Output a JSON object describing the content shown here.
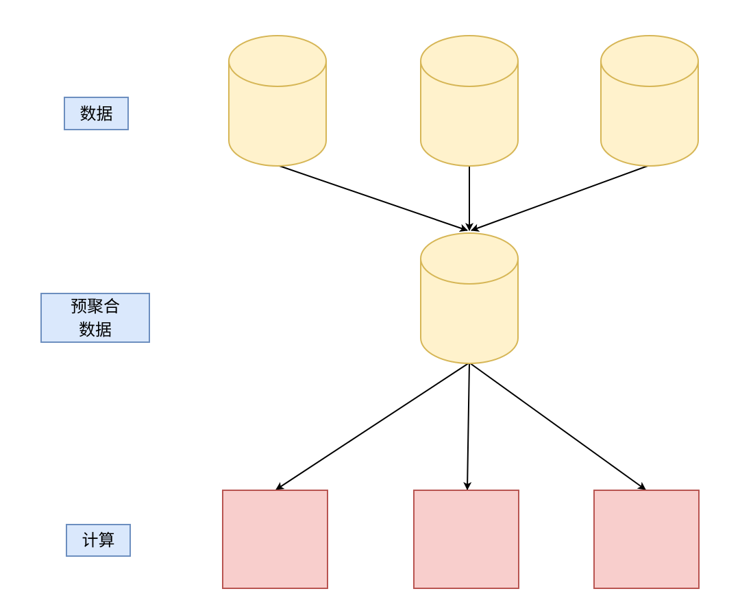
{
  "labels": {
    "data": "数据",
    "preagg_line1": "预聚合",
    "preagg_line2": "数据",
    "compute": "计算"
  },
  "colors": {
    "cylinder_fill": "#fff2cc",
    "cylinder_stroke": "#d6b656",
    "square_fill": "#f8cecc",
    "square_stroke": "#b85450",
    "label_fill": "#dae8fc",
    "label_stroke": "#6c8ebf",
    "arrow": "#000000"
  },
  "diagram": {
    "nodes": [
      {
        "id": "source-1",
        "shape": "cylinder",
        "tier": "data"
      },
      {
        "id": "source-2",
        "shape": "cylinder",
        "tier": "data"
      },
      {
        "id": "source-3",
        "shape": "cylinder",
        "tier": "data"
      },
      {
        "id": "preagg",
        "shape": "cylinder",
        "tier": "preagg"
      },
      {
        "id": "compute-1",
        "shape": "square",
        "tier": "compute"
      },
      {
        "id": "compute-2",
        "shape": "square",
        "tier": "compute"
      },
      {
        "id": "compute-3",
        "shape": "square",
        "tier": "compute"
      }
    ],
    "edges": [
      {
        "from": "source-1",
        "to": "preagg"
      },
      {
        "from": "source-2",
        "to": "preagg"
      },
      {
        "from": "source-3",
        "to": "preagg"
      },
      {
        "from": "preagg",
        "to": "compute-1"
      },
      {
        "from": "preagg",
        "to": "compute-2"
      },
      {
        "from": "preagg",
        "to": "compute-3"
      }
    ]
  }
}
